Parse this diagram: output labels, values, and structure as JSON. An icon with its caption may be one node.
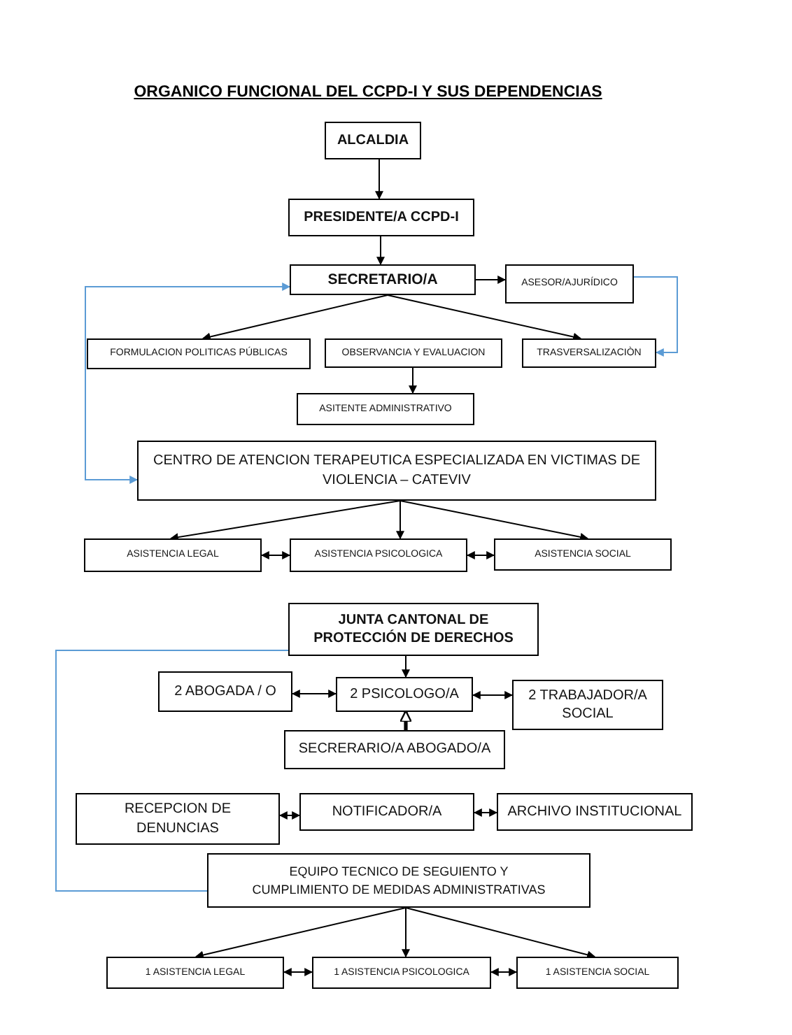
{
  "diagram": {
    "title": "ORGANICO FUNCIONAL DEL CCPD-I Y SUS DEPENDENCIAS",
    "nodes": [
      {
        "text": [
          "ALCALDIA"
        ]
      },
      {
        "text": [
          "PRESIDENTE/A CCPD-I"
        ]
      },
      {
        "text": [
          "SECRETARIO/A"
        ]
      },
      {
        "text": [
          "ASESOR/AJURÍDICO"
        ]
      },
      {
        "text": [
          "FORMULACION POLITICAS PÚBLICAS"
        ]
      },
      {
        "text": [
          "OBSERVANCIA Y EVALUACION"
        ]
      },
      {
        "text": [
          "TRASVERSALIZACIÒN"
        ]
      },
      {
        "text": [
          "ASITENTE ADMINISTRATIVO"
        ]
      },
      {
        "text": [
          "CENTRO DE ATENCION TERAPEUTICA ESPECIALIZADA EN VICTIMAS DE VIOLENCIA – CATEVIV"
        ]
      },
      {
        "text": [
          "ASISTENCIA LEGAL"
        ]
      },
      {
        "text": [
          "ASISTENCIA PSICOLOGICA"
        ]
      },
      {
        "text": [
          "ASISTENCIA SOCIAL"
        ]
      },
      {
        "text": [
          "JUNTA CANTONAL DE PROTECCIÓN DE DERECHOS"
        ]
      },
      {
        "text": [
          "2 ABOGADA / O"
        ]
      },
      {
        "text": [
          "2 PSICOLOGO/A"
        ]
      },
      {
        "text": [
          "2 TRABAJADOR/A SOCIAL"
        ]
      },
      {
        "text": [
          "SECRERARIO/A ABOGADO/A"
        ]
      },
      {
        "text": [
          "RECEPCION DE DENUNCIAS"
        ]
      },
      {
        "text": [
          "NOTIFICADOR/A"
        ]
      },
      {
        "text": [
          "ARCHIVO INSTITUCIONAL"
        ]
      },
      {
        "text": [
          "EQUIPO TECNICO DE SEGUIENTO Y CUMPLIMIENTO DE MEDIDAS ADMINISTRATIVAS"
        ]
      },
      {
        "text": [
          "1 ASISTENCIA LEGAL"
        ]
      },
      {
        "text": [
          "1 ASISTENCIA PSICOLOGICA"
        ]
      },
      {
        "text": [
          "1 ASISTENCIA SOCIAL"
        ]
      }
    ],
    "edges": [
      {
        "from": 0,
        "to": 1,
        "arrow": "to"
      },
      {
        "from": 1,
        "to": 2,
        "arrow": "to"
      },
      {
        "from": 2,
        "to": 3,
        "arrow": "to"
      },
      {
        "from": 2,
        "to": 4,
        "arrow": "to"
      },
      {
        "from": 2,
        "to": 6,
        "arrow": "to"
      },
      {
        "from": 3,
        "to": 6,
        "arrow": "to",
        "color": "#5b9bd5"
      },
      {
        "from": 5,
        "to": 7,
        "arrow": "to"
      },
      {
        "from": 2,
        "to": 8,
        "arrow": "both",
        "color": "#5b9bd5"
      },
      {
        "from": 8,
        "to": 9,
        "arrow": "to"
      },
      {
        "from": 8,
        "to": 10,
        "arrow": "to"
      },
      {
        "from": 8,
        "to": 11,
        "arrow": "to"
      },
      {
        "from": 9,
        "to": 10,
        "arrow": "both"
      },
      {
        "from": 10,
        "to": 11,
        "arrow": "both"
      },
      {
        "from": 12,
        "to": 14,
        "arrow": "to"
      },
      {
        "from": 13,
        "to": 14,
        "arrow": "both"
      },
      {
        "from": 14,
        "to": 15,
        "arrow": "both"
      },
      {
        "from": 16,
        "to": 14,
        "arrow": "to",
        "style": "thick"
      },
      {
        "from": 17,
        "to": 18,
        "arrow": "both"
      },
      {
        "from": 18,
        "to": 19,
        "arrow": "both"
      },
      {
        "from": 12,
        "to": 20,
        "arrow": "none",
        "color": "#5b9bd5"
      },
      {
        "from": 20,
        "to": 21,
        "arrow": "to"
      },
      {
        "from": 20,
        "to": 22,
        "arrow": "to"
      },
      {
        "from": 20,
        "to": 23,
        "arrow": "to"
      },
      {
        "from": 21,
        "to": 22,
        "arrow": "both"
      },
      {
        "from": 22,
        "to": 23,
        "arrow": "both"
      }
    ]
  }
}
